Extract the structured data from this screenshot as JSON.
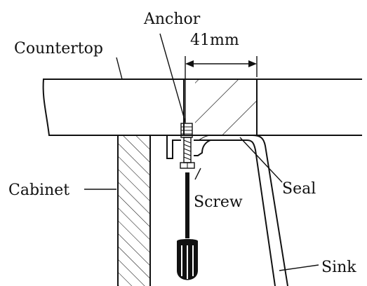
{
  "labels": {
    "anchor": "Anchor",
    "countertop": "Countertop",
    "dimension": "41mm",
    "cabinet": "Cabinet",
    "screw": "Screw",
    "seal": "Seal",
    "sink": "Sink"
  }
}
